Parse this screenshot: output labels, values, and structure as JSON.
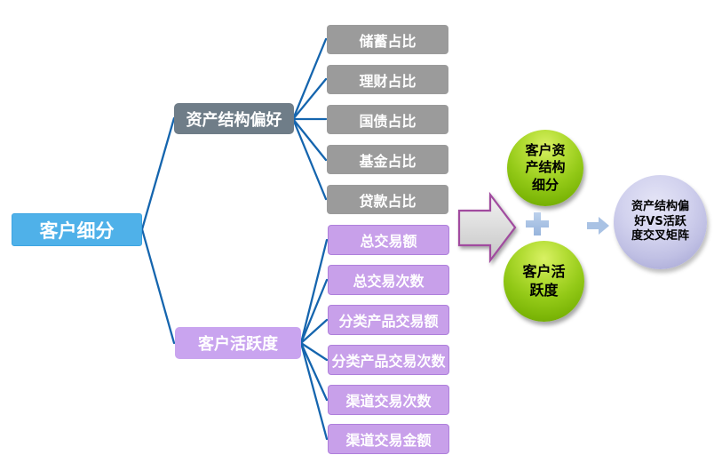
{
  "diagram": {
    "root": {
      "label": "客户细分"
    },
    "branches": [
      {
        "label": "资产结构偏好",
        "children": [
          "储蓄占比",
          "理财占比",
          "国债占比",
          "基金占比",
          "贷款占比"
        ]
      },
      {
        "label": "客户活跃度",
        "children": [
          "总交易额",
          "总交易次数",
          "分类产品交易额",
          "分类产品交易次数",
          "渠道交易次数",
          "渠道交易金额"
        ]
      }
    ],
    "outputs": {
      "asset_circle_label": "客户资产结构细分",
      "activity_circle_label": "客户活跃度",
      "result_circle_label": "资产结构偏好VS活跃度交叉矩阵"
    },
    "icons": {
      "merge_arrow": "big-right-block-arrow",
      "plus": "plus-sign",
      "result_arrow": "small-right-block-arrow"
    },
    "colors": {
      "root_fill": "#4FB1E9",
      "asset_branch_fill": "#6F7D88",
      "asset_item_fill": "#9B9B9B",
      "activity_branch_fill": "#C9A4EF",
      "activity_item_fill": "#C8A0EA",
      "activity_item_border": "#AE7FDB",
      "connector_line": "#1565AE",
      "merge_arrow_fill": "#DCDCDC",
      "merge_arrow_border": "#A14B9F",
      "green_circle_fill": "#93C917",
      "result_circle_fill": "#C8C8E8",
      "plus_and_arrow": "#A9C2E4",
      "box_text": "#FFFFFF",
      "circle_text": "#000000"
    }
  }
}
